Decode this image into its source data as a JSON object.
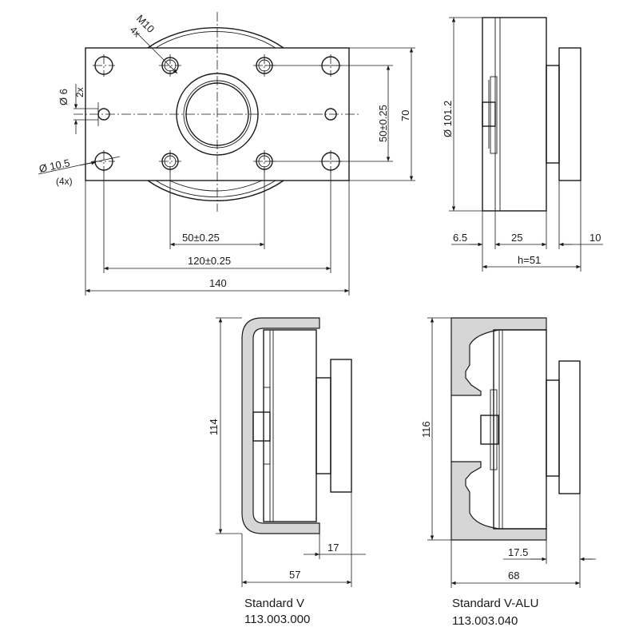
{
  "top_view": {
    "m10_label": "M10",
    "m10_count": "4x",
    "d6_label": "Ø 6",
    "d6_count": "2x",
    "d105_label": "Ø 10.5",
    "d105_count": "(4x)",
    "dim_50_v": "50±0.25",
    "dim_70": "70",
    "dim_50_h": "50±0.25",
    "dim_120": "120±0.25",
    "dim_140": "140"
  },
  "side_view": {
    "dim_d101": "Ø 101.2",
    "dim_6_5": "6.5",
    "dim_25": "25",
    "dim_10": "10",
    "dim_h": "h=51"
  },
  "standard_v": {
    "dim_114": "114",
    "dim_17": "17",
    "dim_57": "57",
    "name": "Standard V",
    "part_number": "113.003.000"
  },
  "standard_v_alu": {
    "dim_116": "116",
    "dim_17_5": "17.5",
    "dim_68": "68",
    "name": "Standard V-ALU",
    "part_number": "113.003.040"
  }
}
